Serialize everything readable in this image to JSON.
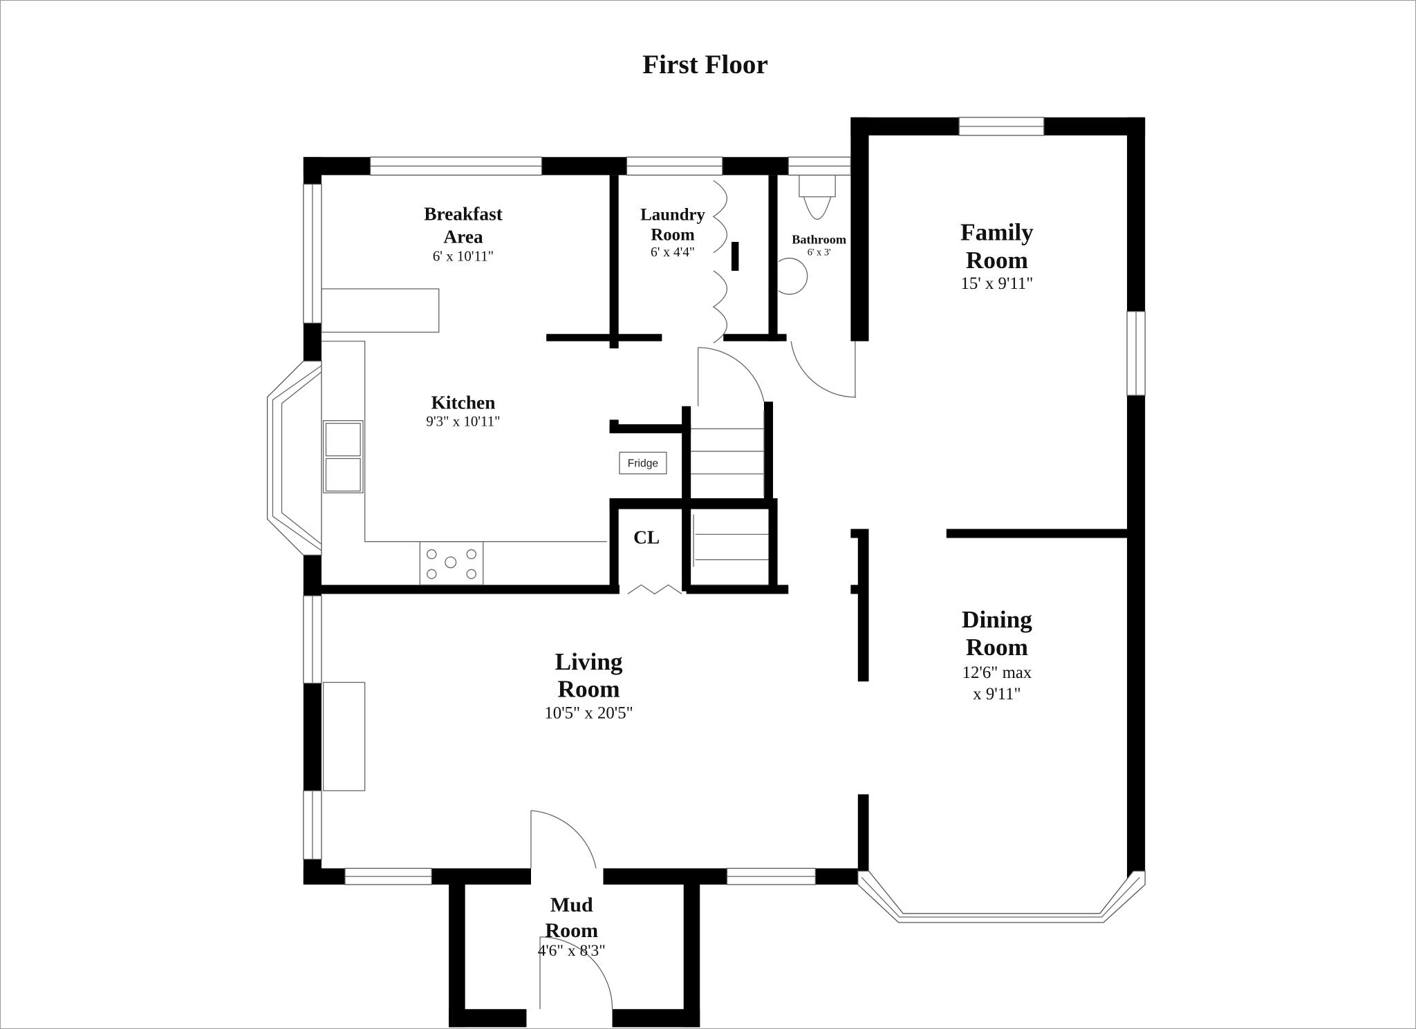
{
  "title": "First Floor",
  "rooms": {
    "breakfast": {
      "name1": "Breakfast",
      "name2": "Area",
      "dims": "6' x 10'11\""
    },
    "laundry": {
      "name1": "Laundry",
      "name2": "Room",
      "dims": "6' x 4'4\""
    },
    "bathroom": {
      "name": "Bathroom",
      "dims": "6' x 3'"
    },
    "family": {
      "name1": "Family",
      "name2": "Room",
      "dims": "15' x 9'11\""
    },
    "kitchen": {
      "name": "Kitchen",
      "dims": "9'3\" x 10'11\""
    },
    "fridge": "Fridge",
    "closet": "CL",
    "dining": {
      "name1": "Dining",
      "name2": "Room",
      "dims1": "12'6\" max",
      "dims2": "x 9'11\""
    },
    "living": {
      "name1": "Living",
      "name2": "Room",
      "dims": "10'5\" x 20'5\""
    },
    "mud": {
      "name1": "Mud",
      "name2": "Room",
      "dims": "4'6\" x 8'3\""
    }
  }
}
